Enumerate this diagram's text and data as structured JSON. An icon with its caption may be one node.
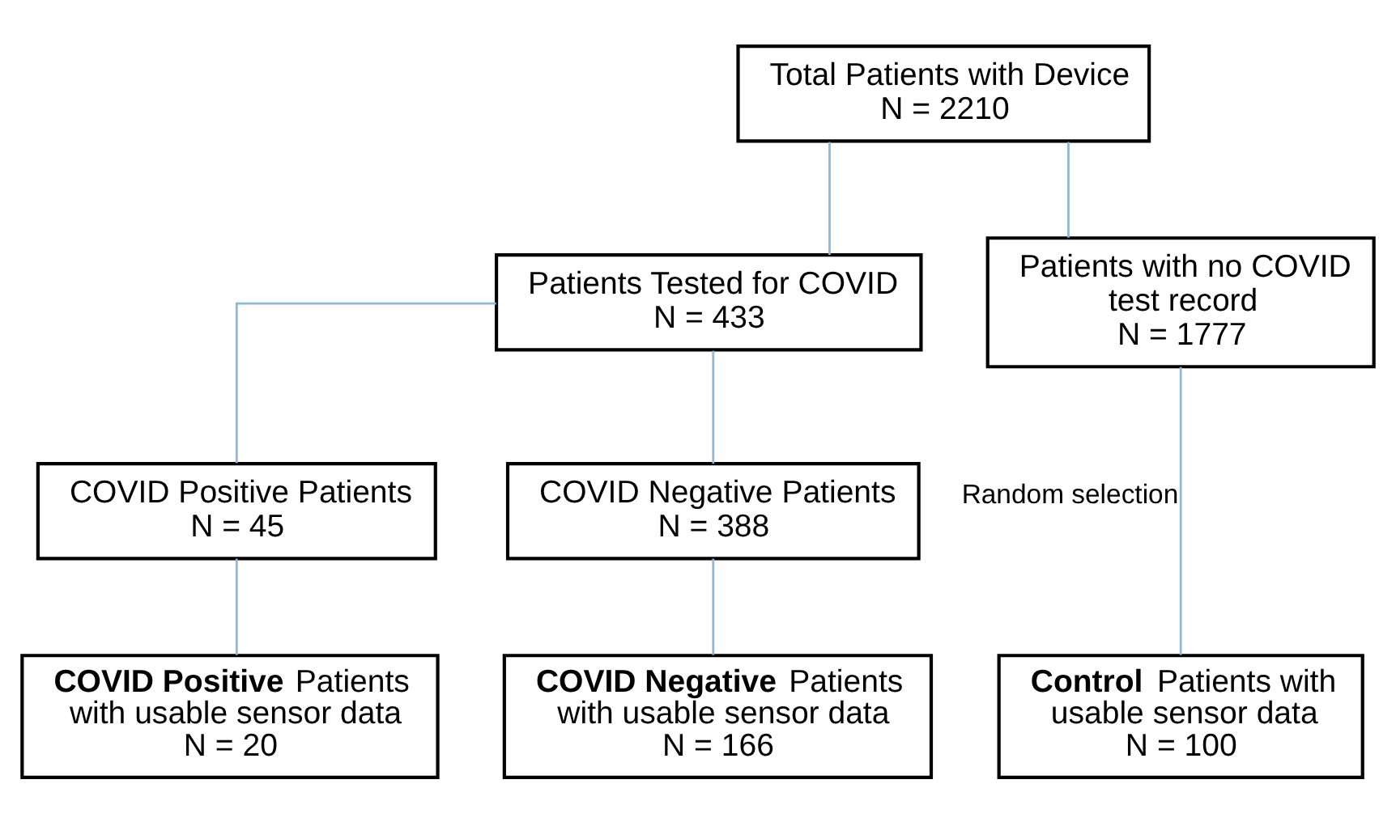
{
  "diagram": {
    "nodes": [
      {
        "text": [
          "Total Patients with Device",
          "N = 2210"
        ]
      },
      {
        "text": [
          "Patients Tested for COVID",
          "N = 433"
        ]
      },
      {
        "text": [
          "Patients with no COVID test record",
          "N = 1777"
        ]
      },
      {
        "text": [
          "COVID Positive Patients",
          "N = 45"
        ]
      },
      {
        "text": [
          "COVID Negative Patients",
          "N = 388"
        ]
      },
      {
        "text": [
          "**COVID Positive** Patients with usable sensor data",
          "N = 20"
        ]
      },
      {
        "text": [
          "**COVID Negative** Patients with usable sensor data",
          "N = 166"
        ]
      },
      {
        "text": [
          "**Control** Patients with usable sensor data",
          "N = 100"
        ]
      }
    ],
    "edges": [
      {
        "from": 0,
        "to": 1,
        "arrow": "none"
      },
      {
        "from": 0,
        "to": 2,
        "arrow": "none"
      },
      {
        "from": 1,
        "to": 3,
        "arrow": "none"
      },
      {
        "from": 1,
        "to": 4,
        "arrow": "none"
      },
      {
        "from": 3,
        "to": 5,
        "arrow": "none"
      },
      {
        "from": 4,
        "to": 6,
        "arrow": "none"
      },
      {
        "from": 2,
        "to": 7,
        "arrow": "none",
        "label": "Random selection"
      }
    ]
  }
}
